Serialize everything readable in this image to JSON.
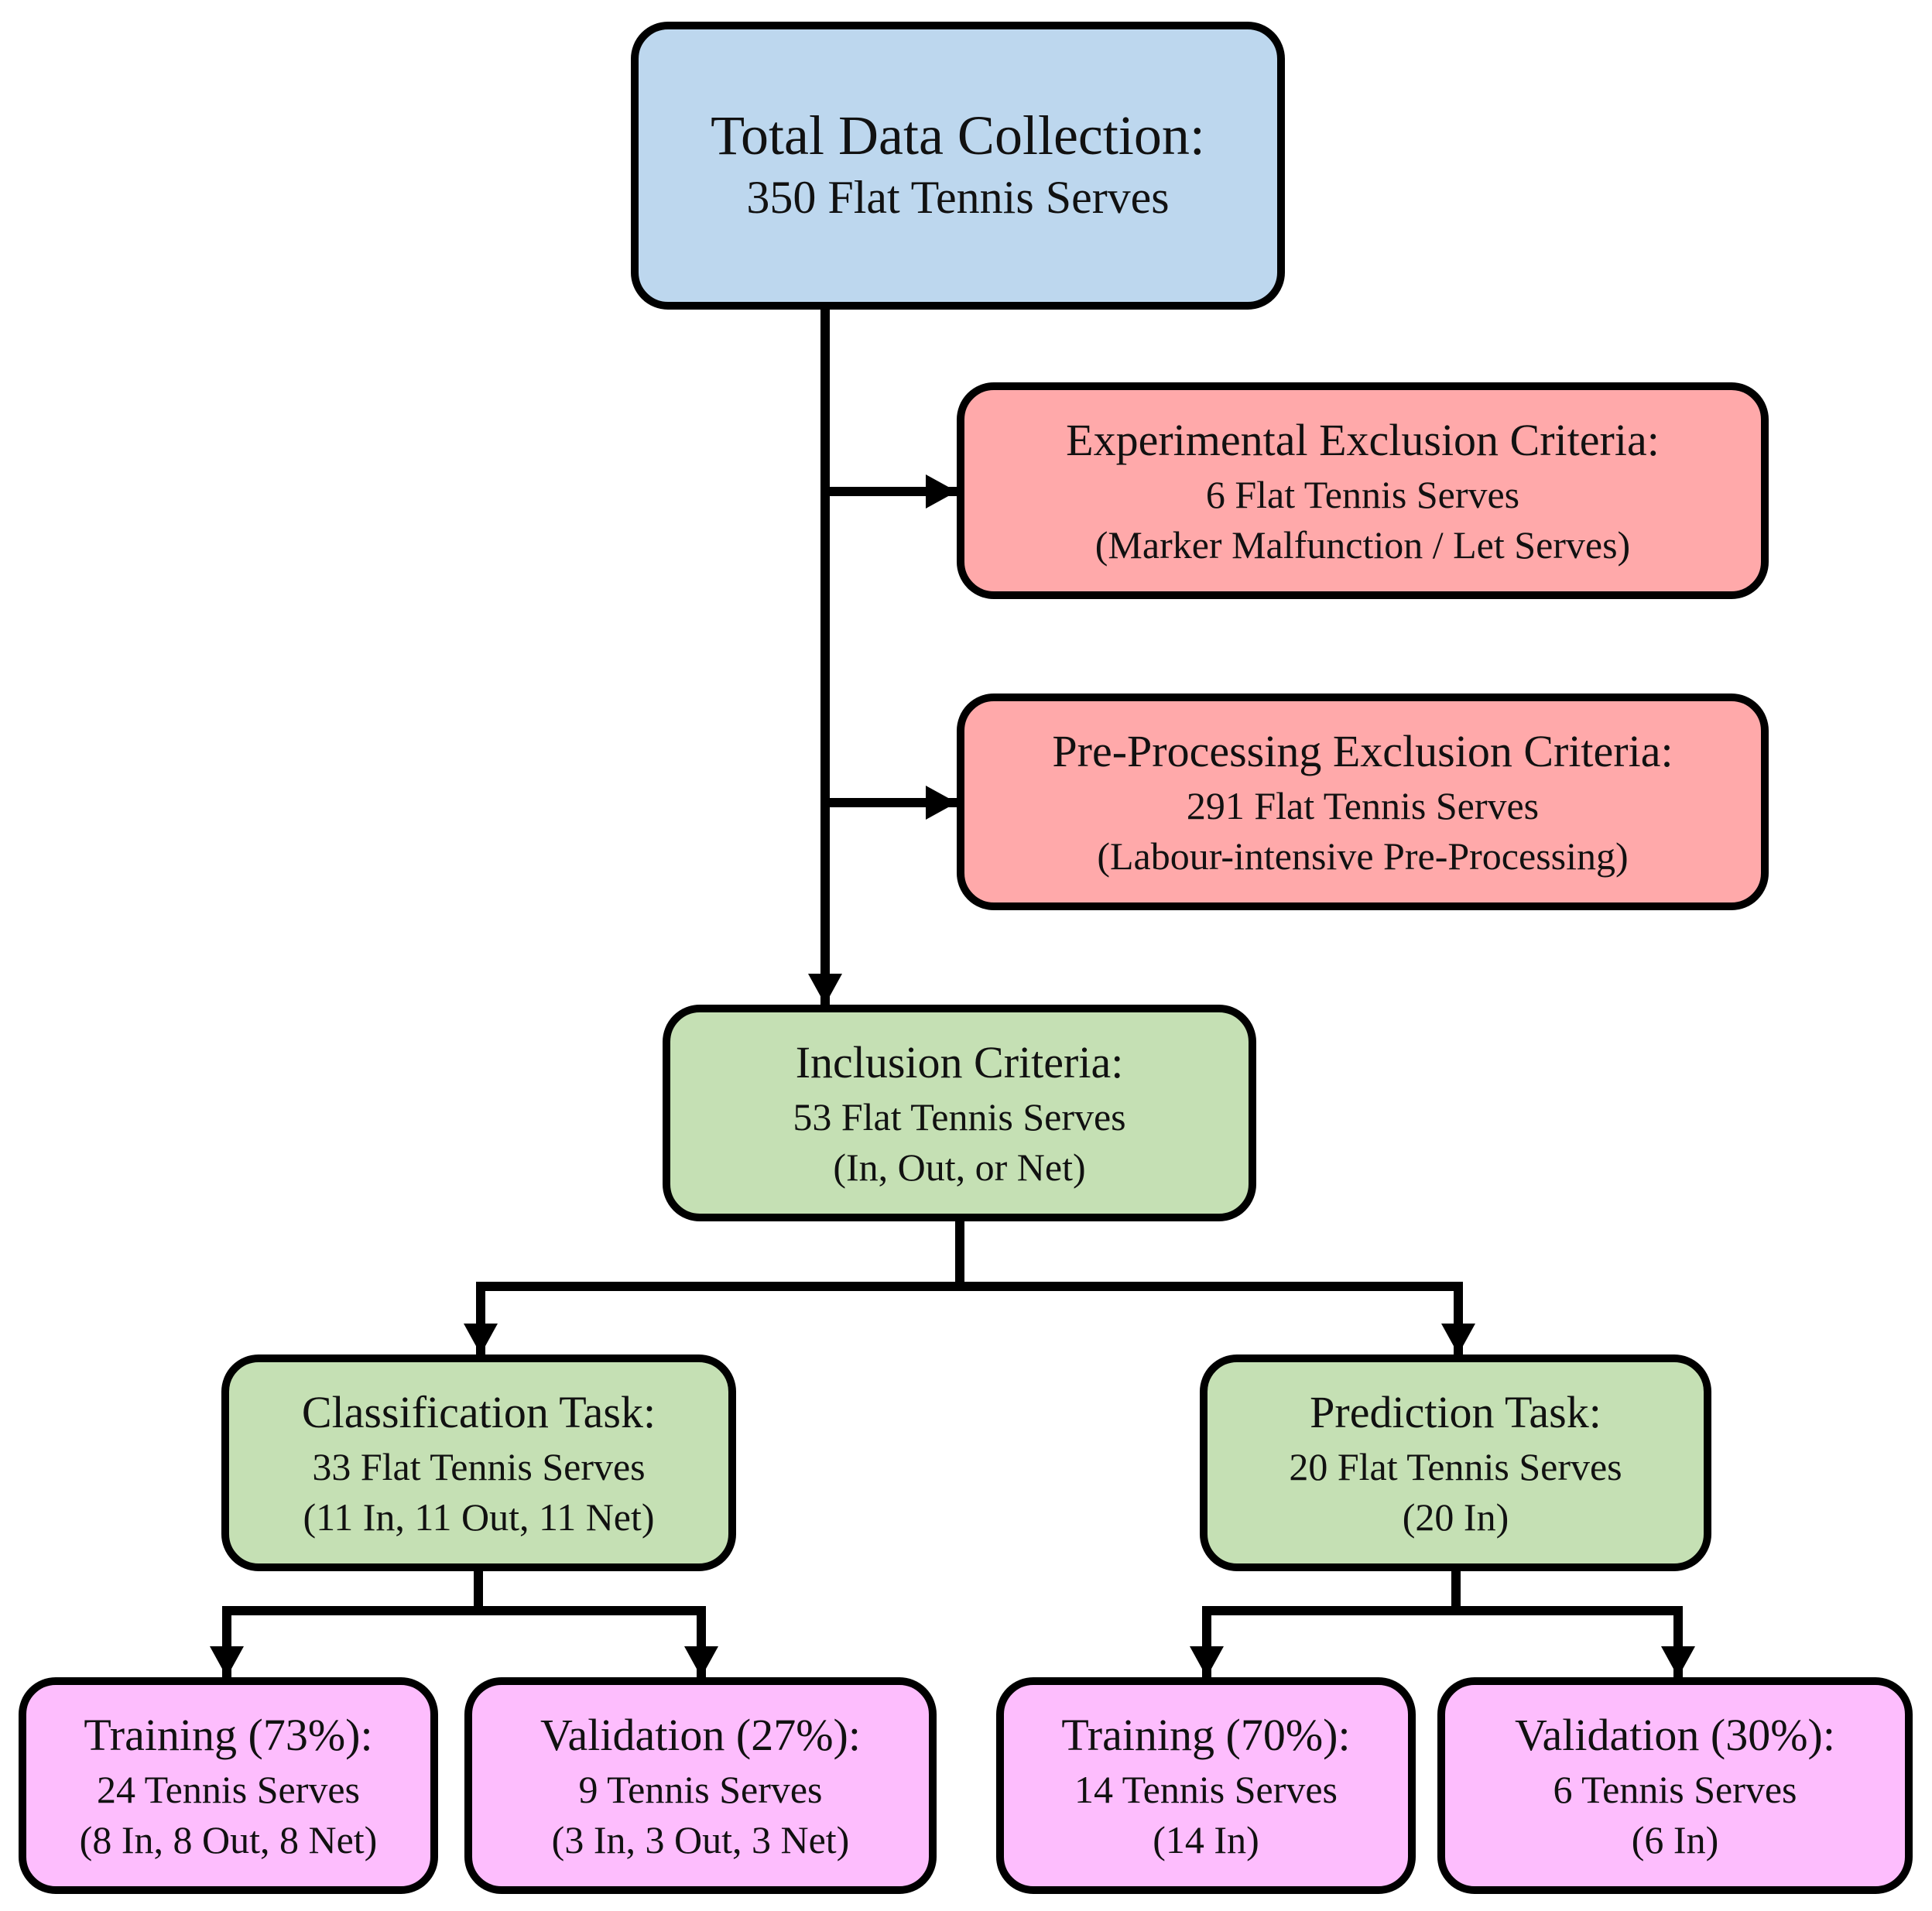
{
  "colors": {
    "total_fill": "#bdd7ee",
    "exclusion_fill": "#ffa9aa",
    "inclusion_fill": "#c5e0b4",
    "split_fill": "#fdbdfd",
    "stroke": "#000000"
  },
  "total": {
    "title": "Total Data Collection:",
    "count": "350 Flat Tennis Serves"
  },
  "experimental_exclusion": {
    "title": "Experimental Exclusion Criteria:",
    "count": "6 Flat Tennis Serves",
    "detail": "(Marker Malfunction / Let Serves)"
  },
  "preprocessing_exclusion": {
    "title": "Pre-Processing Exclusion Criteria:",
    "count": "291 Flat Tennis Serves",
    "detail": "(Labour-intensive Pre-Processing)"
  },
  "inclusion": {
    "title": "Inclusion Criteria:",
    "count": "53 Flat Tennis Serves",
    "detail": "(In, Out, or Net)"
  },
  "classification": {
    "title": "Classification Task:",
    "count": "33 Flat Tennis Serves",
    "detail": "(11 In, 11 Out, 11 Net)"
  },
  "prediction": {
    "title": "Prediction Task:",
    "count": "20 Flat Tennis Serves",
    "detail": "(20 In)"
  },
  "classification_training": {
    "title": "Training (73%):",
    "count": "24 Tennis Serves",
    "detail": "(8 In, 8 Out, 8 Net)"
  },
  "classification_validation": {
    "title": "Validation (27%):",
    "count": "9 Tennis Serves",
    "detail": "(3 In, 3 Out, 3 Net)"
  },
  "prediction_training": {
    "title": "Training (70%):",
    "count": "14 Tennis Serves",
    "detail": "(14 In)"
  },
  "prediction_validation": {
    "title": "Validation (30%):",
    "count": "6 Tennis Serves",
    "detail": "(6 In)"
  }
}
